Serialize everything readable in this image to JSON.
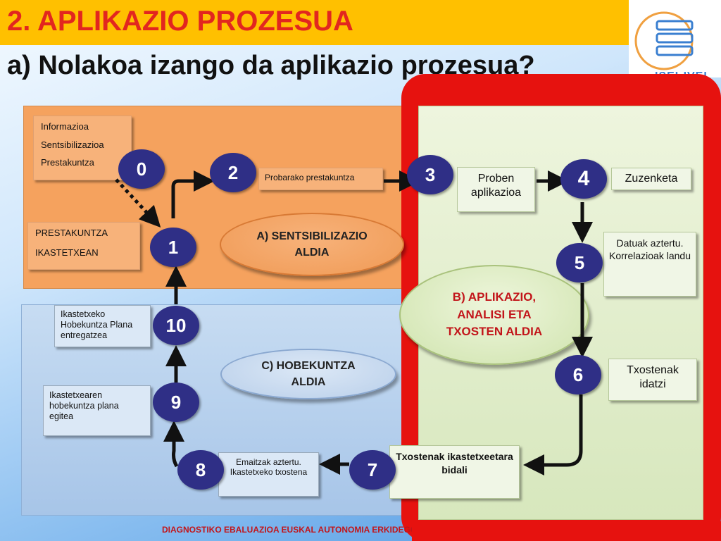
{
  "header": {
    "title": "2. APLIKAZIO PROZESUA",
    "subtitle": "a) Nolakoa izango da aplikazio prozesua?",
    "logo_text": "ISEI-IVEI"
  },
  "panel_a": {
    "info_lines": [
      "Informazioa",
      "Sentsibilizazioa",
      "Prestakuntza"
    ],
    "school_lines": [
      "PRESTAKUNTZA",
      "IKASTETXEAN"
    ],
    "pilot_training": "Probarako prestakuntza",
    "phase_label": [
      "A) SENTSIBILIZAZIO",
      "ALDIA"
    ]
  },
  "panel_b": {
    "apply_tests": "Proben aplikazioa",
    "correction": "Zuzenketa",
    "analyze": "Datuak aztertu. Korrelazioak landu",
    "write_reports": "Txostenak idatzi",
    "send_reports": "Txostenak ikastetxeetara bidali",
    "phase_label": [
      "B) APLIKAZIO,",
      "ANALISI ETA",
      "TXOSTEN ALDIA"
    ]
  },
  "panel_c": {
    "deliver_plan": "Ikastetxeko Hobekuntza Plana entregatzea",
    "make_plan": "Ikastetxearen hobekuntza plana egitea",
    "analyze_results": "Emaitzak aztertu. Ikastetxeko txostena",
    "phase_label": [
      "C) HOBEKUNTZA",
      "ALDIA"
    ]
  },
  "steps": {
    "s0": "0",
    "s1": "1",
    "s2": "2",
    "s3": "3",
    "s4": "4",
    "s5": "5",
    "s6": "6",
    "s7": "7",
    "s8": "8",
    "s9": "9",
    "s10": "10"
  },
  "footer": "DIAGNOSTIKO EBALUAZIOA EUSKAL AUTONOMIA ERKIDEGOAN",
  "colors": {
    "title_bar": "#ffc000",
    "title_text": "#e2261f",
    "frame_red": "#e6120f",
    "circle": "#2f2f86"
  }
}
